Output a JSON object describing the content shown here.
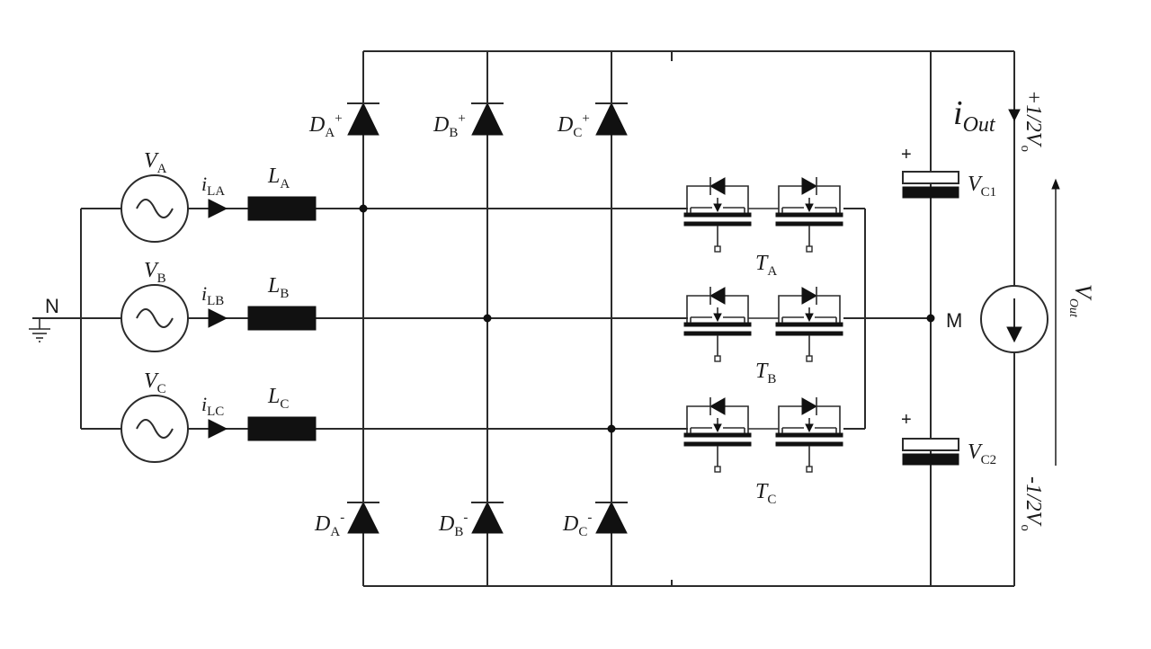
{
  "sources": [
    {
      "v": "V",
      "vsub": "A",
      "i": "i",
      "isub": "LA",
      "l": "L",
      "lsub": "A"
    },
    {
      "v": "V",
      "vsub": "B",
      "i": "i",
      "isub": "LB",
      "l": "L",
      "lsub": "B"
    },
    {
      "v": "V",
      "vsub": "C",
      "i": "i",
      "isub": "LC",
      "l": "L",
      "lsub": "C"
    }
  ],
  "neutral": "N",
  "midpoint": "M",
  "diodes_top": [
    {
      "d": "D",
      "sub": "A",
      "sup": "+"
    },
    {
      "d": "D",
      "sub": "B",
      "sup": "+"
    },
    {
      "d": "D",
      "sub": "C",
      "sup": "+"
    }
  ],
  "diodes_bottom": [
    {
      "d": "D",
      "sub": "A",
      "sup": "-"
    },
    {
      "d": "D",
      "sub": "B",
      "sup": "-"
    },
    {
      "d": "D",
      "sub": "C",
      "sup": "-"
    }
  ],
  "switches": [
    {
      "t": "T",
      "sub": "A"
    },
    {
      "t": "T",
      "sub": "B"
    },
    {
      "t": "T",
      "sub": "C"
    }
  ],
  "capacitors": [
    {
      "v": "V",
      "sub": "C1",
      "plus": "+"
    },
    {
      "v": "V",
      "sub": "C2",
      "plus": "+"
    }
  ],
  "output": {
    "i": "i",
    "isub": "Out",
    "vpos": "+1/2V",
    "vpos_sub": "o",
    "vneg": "-1/2V",
    "vneg_sub": "o",
    "vout": "V",
    "vout_sub": "Out"
  }
}
